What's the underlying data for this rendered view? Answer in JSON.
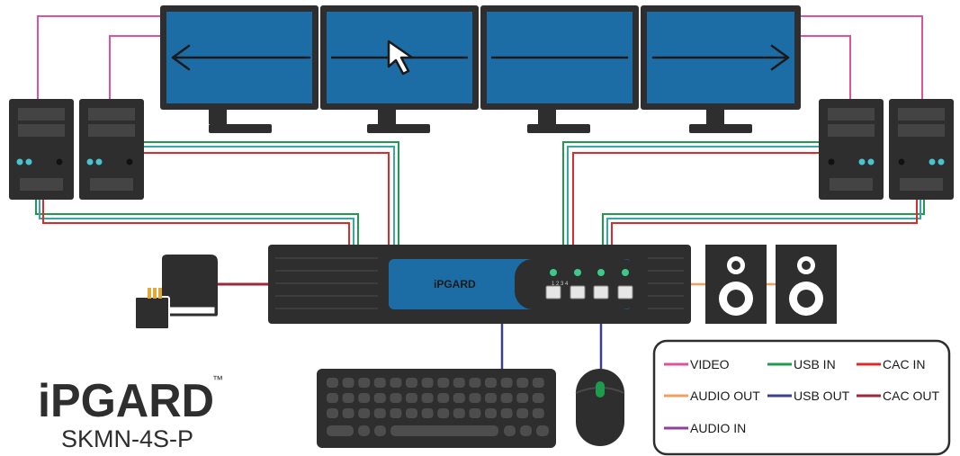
{
  "brand": {
    "logo_text": "iPGARD",
    "trademark": "™",
    "model": "SKMN-4S-P"
  },
  "device": {
    "front_logo": "iPGARD",
    "port_numbers": [
      "1",
      "2",
      "3",
      "4"
    ]
  },
  "legend": {
    "items": [
      {
        "label": "VIDEO",
        "color": "#e0529c"
      },
      {
        "label": "USB IN",
        "color": "#1e9b4c"
      },
      {
        "label": "CAC IN",
        "color": "#e02a2a"
      },
      {
        "label": "AUDIO OUT",
        "color": "#f0a060"
      },
      {
        "label": "USB OUT",
        "color": "#3b3f8f"
      },
      {
        "label": "CAC OUT",
        "color": "#9c2a3a"
      },
      {
        "label": "AUDIO IN",
        "color": "#8e3fa0"
      }
    ]
  },
  "icons": [
    "monitor-icon",
    "arrow-left-icon",
    "arrow-right-icon",
    "cursor-icon",
    "computer-tower-icon",
    "card-reader-icon",
    "speaker-icon",
    "keyboard-icon",
    "mouse-icon"
  ]
}
